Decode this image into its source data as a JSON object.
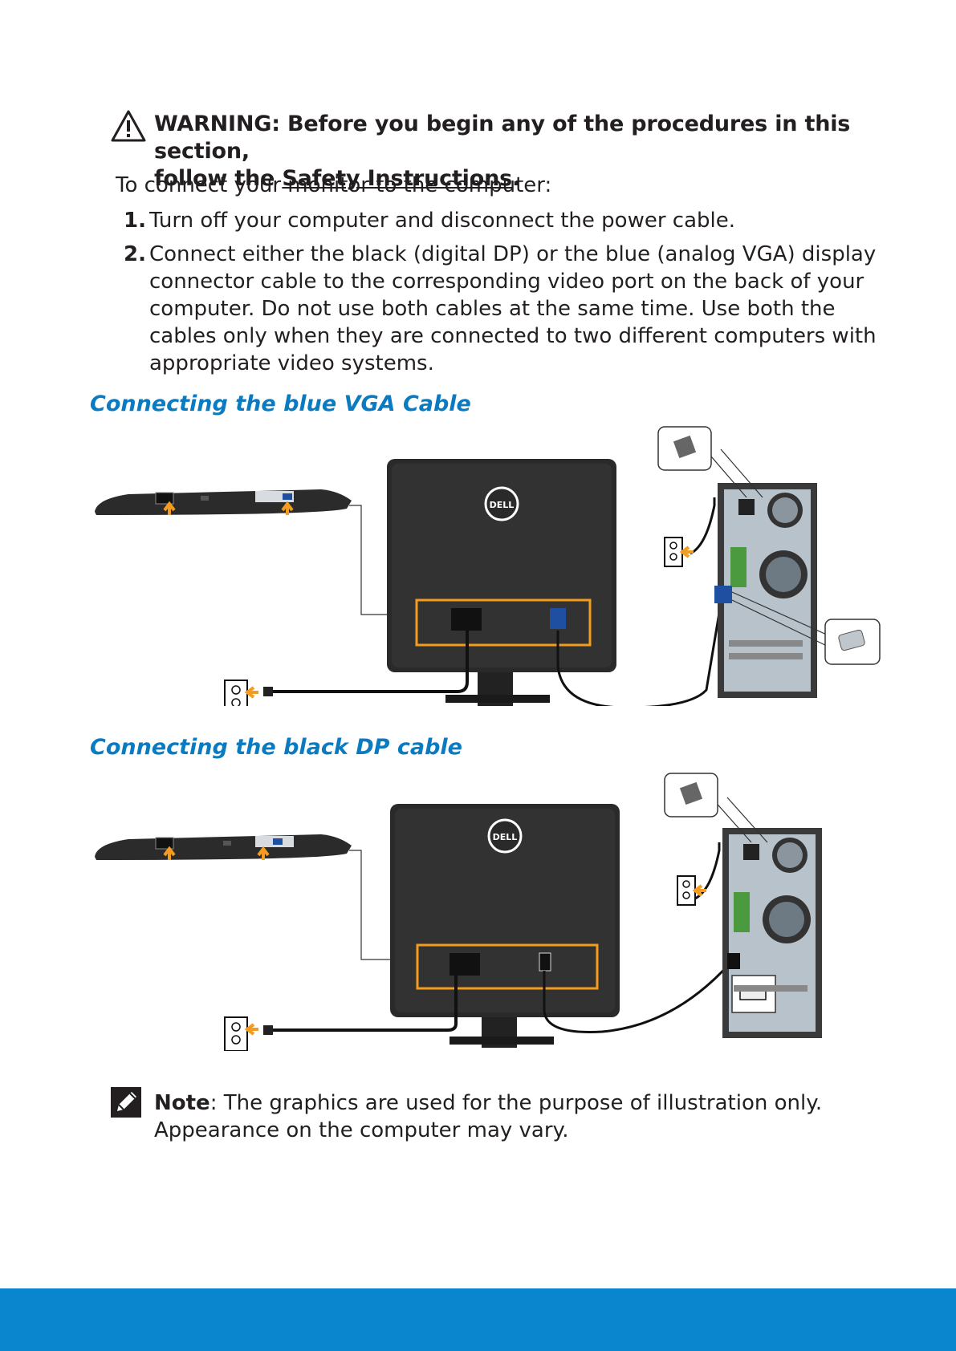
{
  "warning": {
    "label": "WARNING: Before you begin any of the procedures in this section,",
    "line2_prefix": "follow the ",
    "link": "Safety Instructions",
    "line2_suffix": "."
  },
  "intro": "To connect your monitor to the computer:",
  "steps": [
    {
      "num": "1.",
      "text": "Turn off your computer and disconnect the power cable."
    },
    {
      "num": "2.",
      "text": "Connect either the black (digital DP) or the blue (analog VGA) display connector cable to the corresponding video port on the back of your computer. Do not use both cables at the same time. Use both the cables only when they are connected to two different computers with appropriate video systems."
    }
  ],
  "sections": [
    {
      "heading": "Connecting the blue VGA Cable"
    },
    {
      "heading": "Connecting the black DP cable"
    }
  ],
  "diagram": {
    "logo": "DELL"
  },
  "note": {
    "label": "Note",
    "text": ": The graphics are used for the purpose of illustration only. Appearance on the computer may vary."
  },
  "colors": {
    "heading_blue": "#0b7bc1",
    "footer_blue": "#0a86cf",
    "highlight_orange": "#f39c1f",
    "vga_blue": "#1f4fa0"
  }
}
